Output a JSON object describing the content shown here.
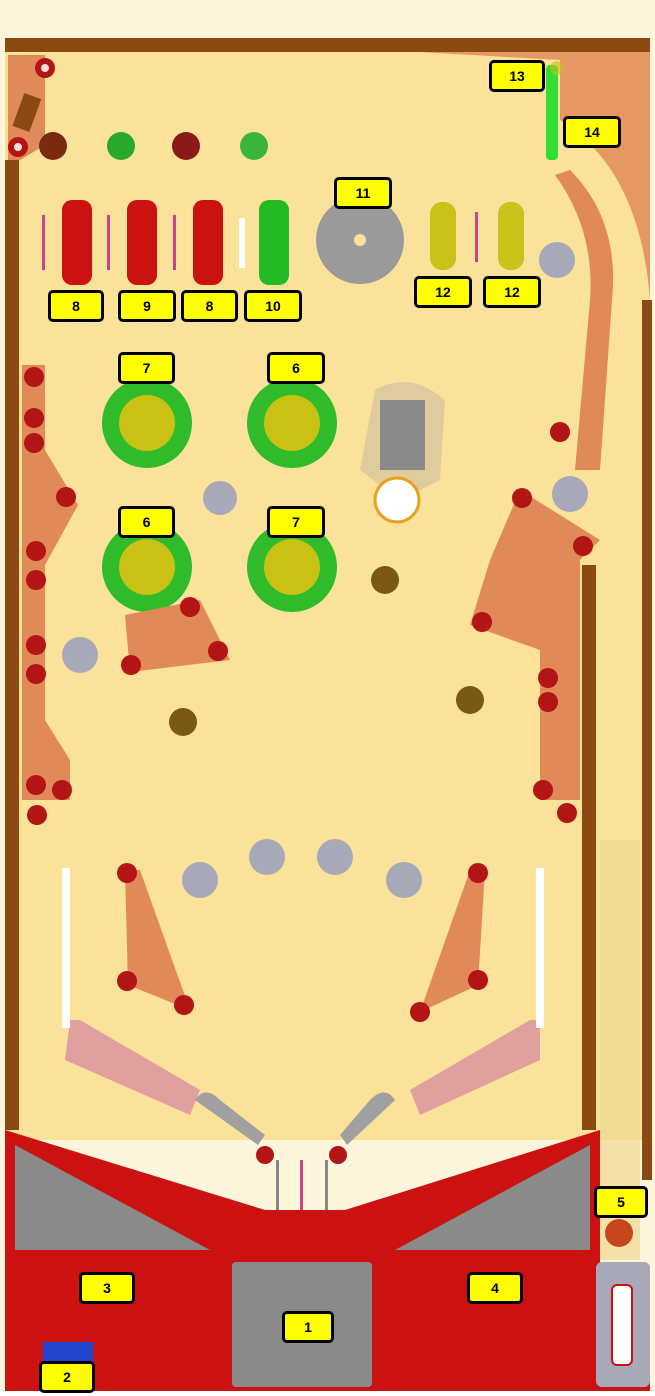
{
  "colors": {
    "playfield": "#fbe29a",
    "wood": "#8a4a12",
    "apron": "#cc1111",
    "slingshot": "#e08a5a",
    "post": "#b31414",
    "bumper_ring": "#2fbb2a",
    "bumper_cap": "#c9c214",
    "label_bg": "#ffff00",
    "drop_red": "#cc1111",
    "drop_green": "#22bb22",
    "drop_yellow": "#c8c21a",
    "spinner_green": "#33dd33",
    "flipper": "#a0a0a0",
    "ball": "#c8461e"
  },
  "labels": {
    "l1": "1",
    "l2": "2",
    "l3": "3",
    "l4": "4",
    "l5": "5",
    "l6a": "6",
    "l6b": "6",
    "l7a": "7",
    "l7b": "7",
    "l8a": "8",
    "l8b": "8",
    "l9": "9",
    "l10": "10",
    "l11": "11",
    "l12a": "12",
    "l12b": "12",
    "l13": "13",
    "l14": "14"
  },
  "icons": {
    "bumper": "pop-bumper-icon",
    "flipper": "flipper-icon",
    "spinner": "spinner-disc-icon",
    "kicker": "kicker-hole-icon",
    "ball": "pinball-icon"
  }
}
